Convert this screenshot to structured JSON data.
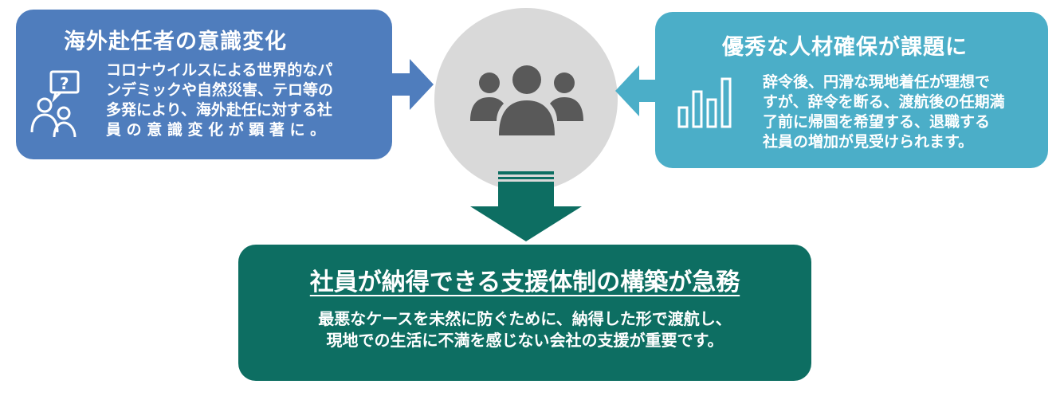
{
  "left_box": {
    "title": "海外赴任者の意識変化",
    "body_lines": [
      "コロナウイルスによる世界的なパ",
      "ンデミックや自然災害、テロ等の",
      "多発により、海外赴任に対する社",
      "員 の 意 識 変 化 が 顕 著 に 。"
    ],
    "icon": "people-question-icon",
    "color": "#4f7dbd"
  },
  "right_box": {
    "title": "優秀な人材確保が課題に",
    "body_lines": [
      "辞令後、円滑な現地着任が理想で",
      "すが、辞令を断る、渡航後の任期満",
      "了前に帰国を希望する、退職する",
      "社員の増加が見受けられます。"
    ],
    "icon": "bar-chart-icon",
    "color": "#4baec8"
  },
  "center": {
    "icon": "group-icon",
    "circle_color": "#d9d9d9",
    "icon_color": "#595959"
  },
  "bottom_box": {
    "title": "社員が納得できる支援体制の構築が急務",
    "body_lines": [
      "最悪なケースを未然に防ぐために、納得した形で渡航し、",
      "現地での生活に不満を感じない会社の支援が重要です。"
    ],
    "color": "#0d6e62"
  }
}
